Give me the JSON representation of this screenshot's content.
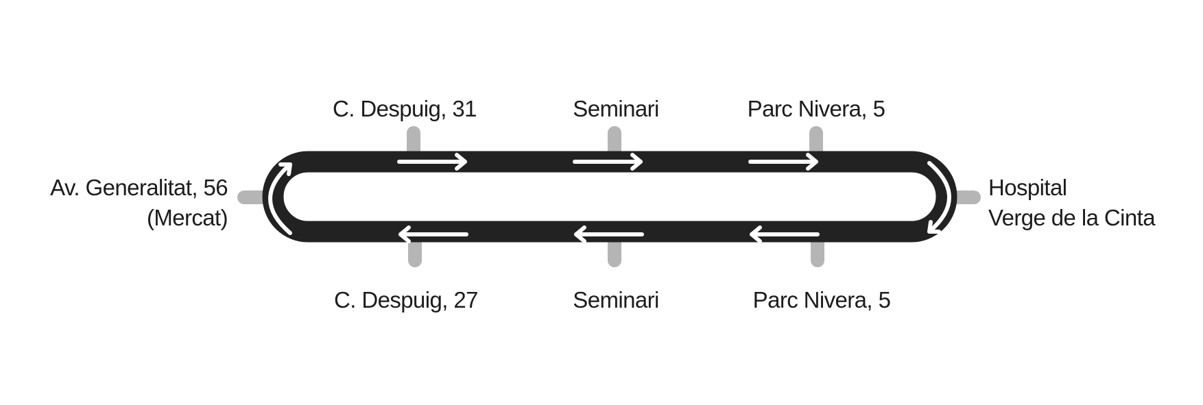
{
  "diagram": {
    "colors": {
      "track": "#222222",
      "stop_tick": "#b5b5b5",
      "arrow": "#ffffff",
      "label": "#1c1c1c",
      "background": "#ffffff"
    },
    "stops": {
      "top": [
        "C. Despuig, 31",
        "Seminari",
        "Parc Nivera, 5"
      ],
      "bottom": [
        "C. Despuig, 27",
        "Seminari",
        "Parc Nivera, 5"
      ],
      "left": [
        "Av. Generalitat, 56",
        "(Mercat)"
      ],
      "right": [
        "Hospital",
        "Verge de la Cinta"
      ]
    },
    "direction": "clockwise",
    "icons": [
      "arrow-right-icon",
      "arrow-left-icon",
      "curved-arrow-up-icon",
      "curved-arrow-down-icon"
    ]
  }
}
